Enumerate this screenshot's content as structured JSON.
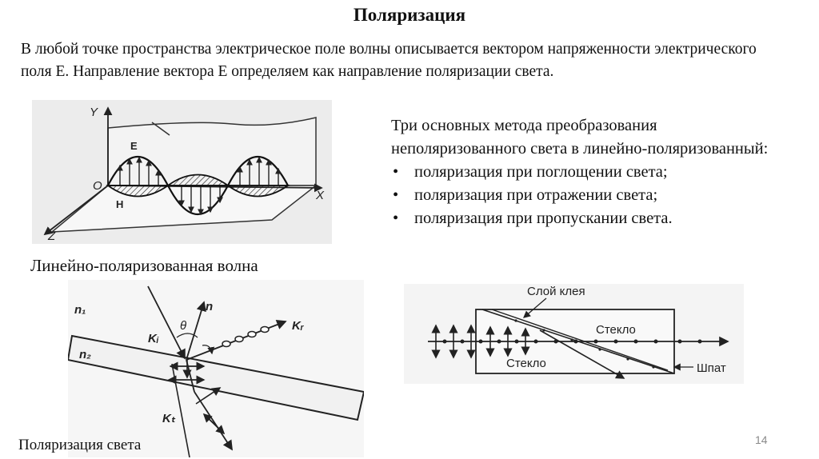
{
  "slide": {
    "title": "Поляризация",
    "intro": "В любой точке пространства электрическое поле волны описывается вектором напряженности электрического поля Е. Направление вектора Е определяем как направление поляризации света.",
    "methods": {
      "lead": "Три основных метода преобразования неполяризованного света в линейно-поляризованный:",
      "items": [
        "поляризация при поглощении света;",
        "поляризация при отражении света;",
        "поляризация при пропускании света."
      ]
    },
    "page_number": "14"
  },
  "figure_wave": {
    "caption": "Линейно-поляризованная волна",
    "labels": {
      "y_axis": "Y",
      "x_axis": "X",
      "z_axis": "Z",
      "origin": "O",
      "e_vector": "E",
      "h_vector": "H"
    }
  },
  "figure_reflection": {
    "caption": "Поляризация света",
    "labels": {
      "medium1": "n₁",
      "medium2": "n₂",
      "normal": "n",
      "angle": "θ",
      "k_incident": "Kᵢ",
      "k_reflected": "Kᵣ",
      "k_transmitted": "Kₜ"
    }
  },
  "figure_prism": {
    "labels": {
      "glue_layer": "Слой клея",
      "glass_upper": "Стекло",
      "glass_lower": "Стекло",
      "spar": "Шпат"
    }
  }
}
